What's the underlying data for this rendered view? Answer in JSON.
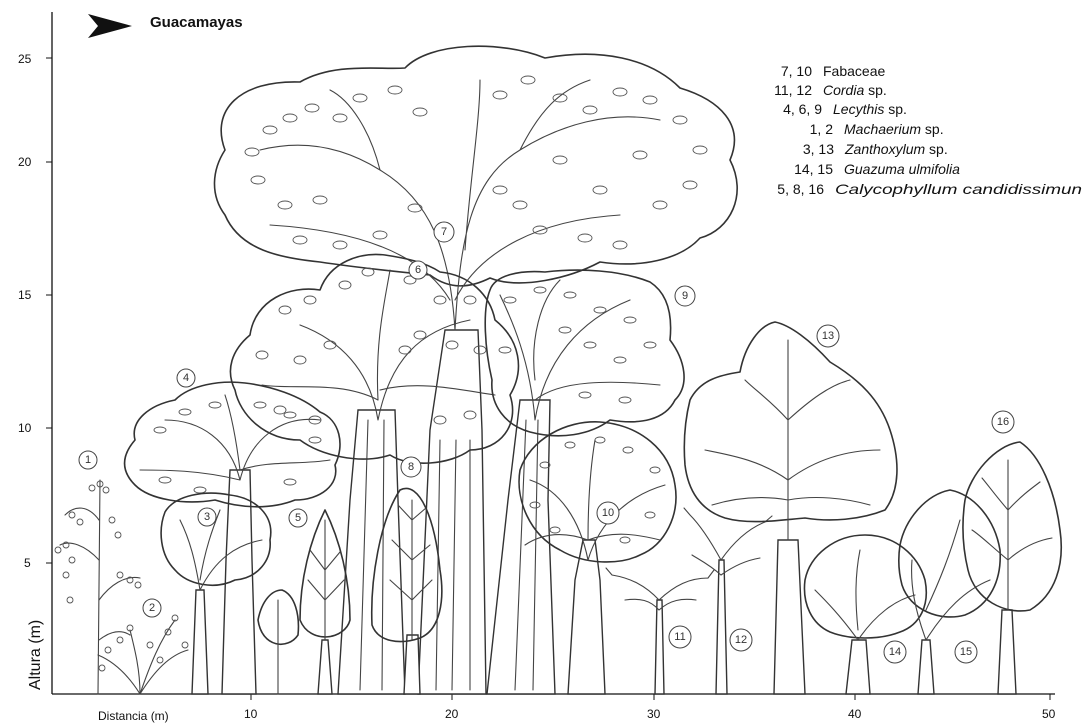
{
  "header": {
    "title": "Guacamayas",
    "arrow_icon": "arrow-right-icon"
  },
  "axes": {
    "y_label": "Altura  (m)",
    "x_label": "Distancia (m)",
    "y_ticks": [
      "5",
      "10",
      "15",
      "20",
      "25"
    ],
    "x_ticks": [
      "10",
      "20",
      "30",
      "40",
      "50"
    ]
  },
  "legend": [
    {
      "ids": "7, 10",
      "taxon": "Fabaceae",
      "italic": "",
      "suffix": ""
    },
    {
      "ids": "11, 12",
      "taxon": "",
      "italic": "Cordia",
      "suffix": " sp."
    },
    {
      "ids": "4, 6, 9",
      "taxon": "",
      "italic": "Lecythis",
      "suffix": " sp."
    },
    {
      "ids": "1, 2",
      "taxon": "",
      "italic": "Machaerium",
      "suffix": " sp."
    },
    {
      "ids": "3, 13",
      "taxon": "",
      "italic": "Zanthoxylum",
      "suffix": " sp."
    },
    {
      "ids": "14, 15",
      "taxon": "",
      "italic": "Guazuma ulmifolia",
      "suffix": ""
    },
    {
      "ids": "5, 8, 16",
      "taxon": "",
      "italic": "Calycophyllum candidissimun",
      "suffix": ""
    }
  ],
  "trees": [
    {
      "id": "1",
      "label": "1"
    },
    {
      "id": "2",
      "label": "2"
    },
    {
      "id": "3",
      "label": "3"
    },
    {
      "id": "4",
      "label": "4"
    },
    {
      "id": "5",
      "label": "5"
    },
    {
      "id": "6",
      "label": "6"
    },
    {
      "id": "7",
      "label": "7"
    },
    {
      "id": "8",
      "label": "8"
    },
    {
      "id": "9",
      "label": "9"
    },
    {
      "id": "10",
      "label": "10"
    },
    {
      "id": "11",
      "label": "11"
    },
    {
      "id": "12",
      "label": "12"
    },
    {
      "id": "13",
      "label": "13"
    },
    {
      "id": "14",
      "label": "14"
    },
    {
      "id": "15",
      "label": "15"
    },
    {
      "id": "16",
      "label": "16"
    }
  ]
}
